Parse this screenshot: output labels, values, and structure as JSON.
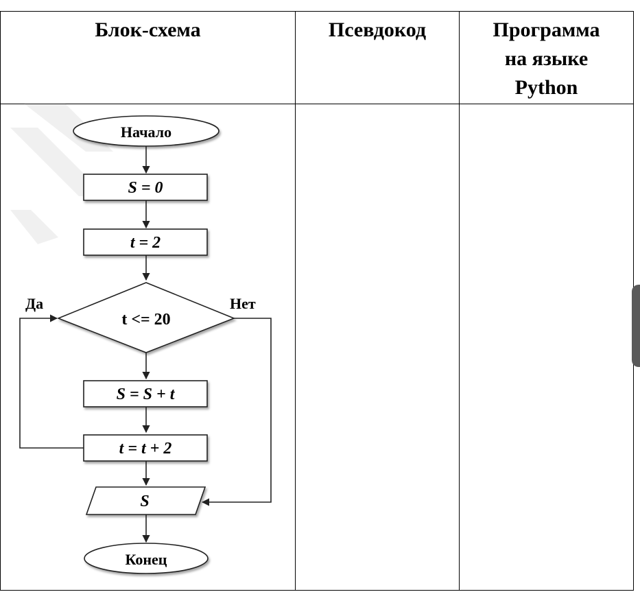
{
  "table": {
    "headers": [
      "Блок-схема",
      "Псевдокод",
      "Программа на языке Python"
    ],
    "header_lines": [
      [
        "Блок-схема"
      ],
      [
        "Псевдокод"
      ],
      [
        "Программа",
        "на языке",
        "Python"
      ]
    ]
  },
  "flowchart": {
    "start": "Начало",
    "s_init": "S = 0",
    "t_init": "t = 2",
    "condition": "t <= 20",
    "yes": "Да",
    "no": "Нет",
    "s_update": "S = S + t",
    "t_update": "t = t + 2",
    "output": "S",
    "end": "Конец"
  }
}
